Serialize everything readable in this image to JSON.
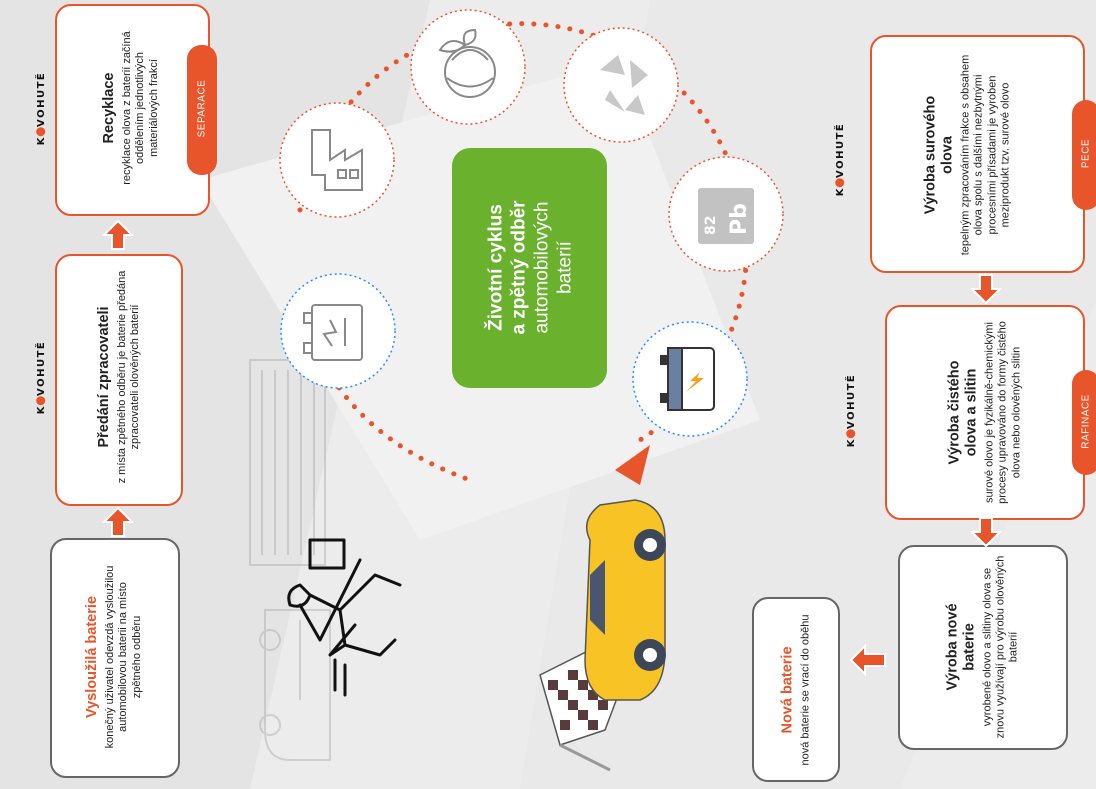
{
  "center": {
    "line1": "Životní cyklus",
    "line2": "a zpětný odběr",
    "line3": "automobilových",
    "line4": "baterií"
  },
  "logo": {
    "k": "K",
    "o": "O",
    "rest": "VOHUTĚ"
  },
  "steps": {
    "recyklace": {
      "title": "Recyklace",
      "body": "recyklace olova z baterií začíná oddělením jednotlivých materiálových frakcí",
      "tag": "SEPARACE"
    },
    "predani": {
      "title": "Předání zpracovateli",
      "body": "z místa zpětného odběru je baterie předána zpracovateli olověných baterií"
    },
    "vysluzila": {
      "title": "Vysloužilá baterie",
      "body": "konečný uživatel odevzdá vysloužilou automobilovou baterii na místo zpětného odběru"
    },
    "surove": {
      "title": "Výroba surového olova",
      "body": "tepelným zpracováním frakce s obsahem olova spolu s dalšími nezbytnými procesními přísadami je vyroben meziprodukt tzv. surové olovo",
      "tag": "PECE"
    },
    "ciste": {
      "title": "Výroba čistého olova a slitin",
      "body": "surové olovo je fyzikálně-chemickými procesy upravováno do formy čistého olova nebo olověných slitin",
      "tag": "RAFINACE"
    },
    "nove": {
      "title": "Výroba nové baterie",
      "body": "vyrobené olovo a slitiny olova se znovu využívají pro výrobu olověných baterií"
    },
    "novaBaterie": {
      "title": "Nová baterie",
      "body": "nová baterie se vrací do oběhu"
    }
  },
  "pb": {
    "number": "82",
    "symbol": "Pb"
  },
  "colors": {
    "orange": "#e8552b",
    "green": "#6ab22e",
    "gray": "#666666",
    "yellow": "#f7c325"
  },
  "icons": [
    "factory-icon",
    "globe-leaf-icon",
    "recycle-icon",
    "lead-element-icon",
    "battery-icon",
    "old-battery-icon",
    "car-icon",
    "checkered-flag-icon",
    "running-man-icon"
  ]
}
